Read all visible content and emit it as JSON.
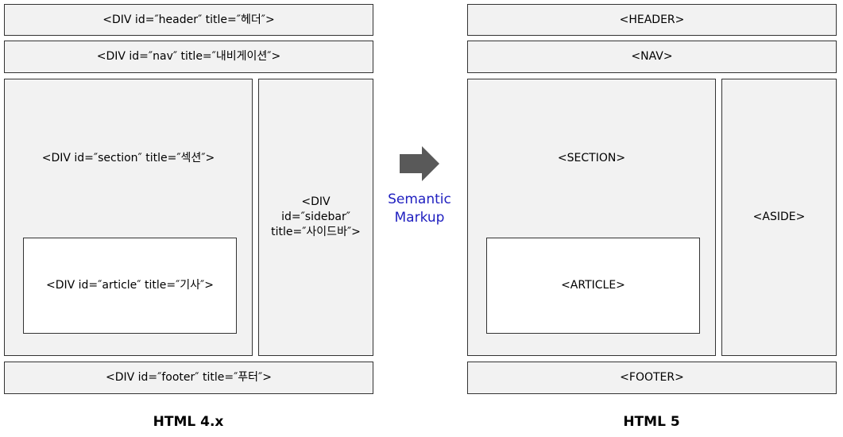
{
  "left": {
    "header": "<DIV id=″header″  title=″헤더″>",
    "nav": "<DIV id=″nav″  title=″내비게이션″>",
    "section": "<DIV id=″section″  title=″섹션″>",
    "article": "<DIV id=″article″  title=″기사″>",
    "sidebar": {
      "line1": "<DIV",
      "line2": "id=″sidebar″",
      "line3": "title=″사이드바″>"
    },
    "footer": "<DIV id=″footer″  title=″푸터″>",
    "caption": "HTML 4.x"
  },
  "right": {
    "header": "<HEADER>",
    "nav": "<NAV>",
    "section": "<SECTION>",
    "article": "<ARTICLE>",
    "aside": "<ASIDE>",
    "footer": "<FOOTER>",
    "caption": "HTML 5"
  },
  "middle": {
    "label_line1": "Semantic",
    "label_line2": "Markup",
    "arrow_icon": "right-arrow-icon"
  },
  "colors": {
    "box_fill": "#f2f2f2",
    "inner_fill": "#ffffff",
    "border": "#333333",
    "arrow": "#595959",
    "label": "#2020c0"
  }
}
